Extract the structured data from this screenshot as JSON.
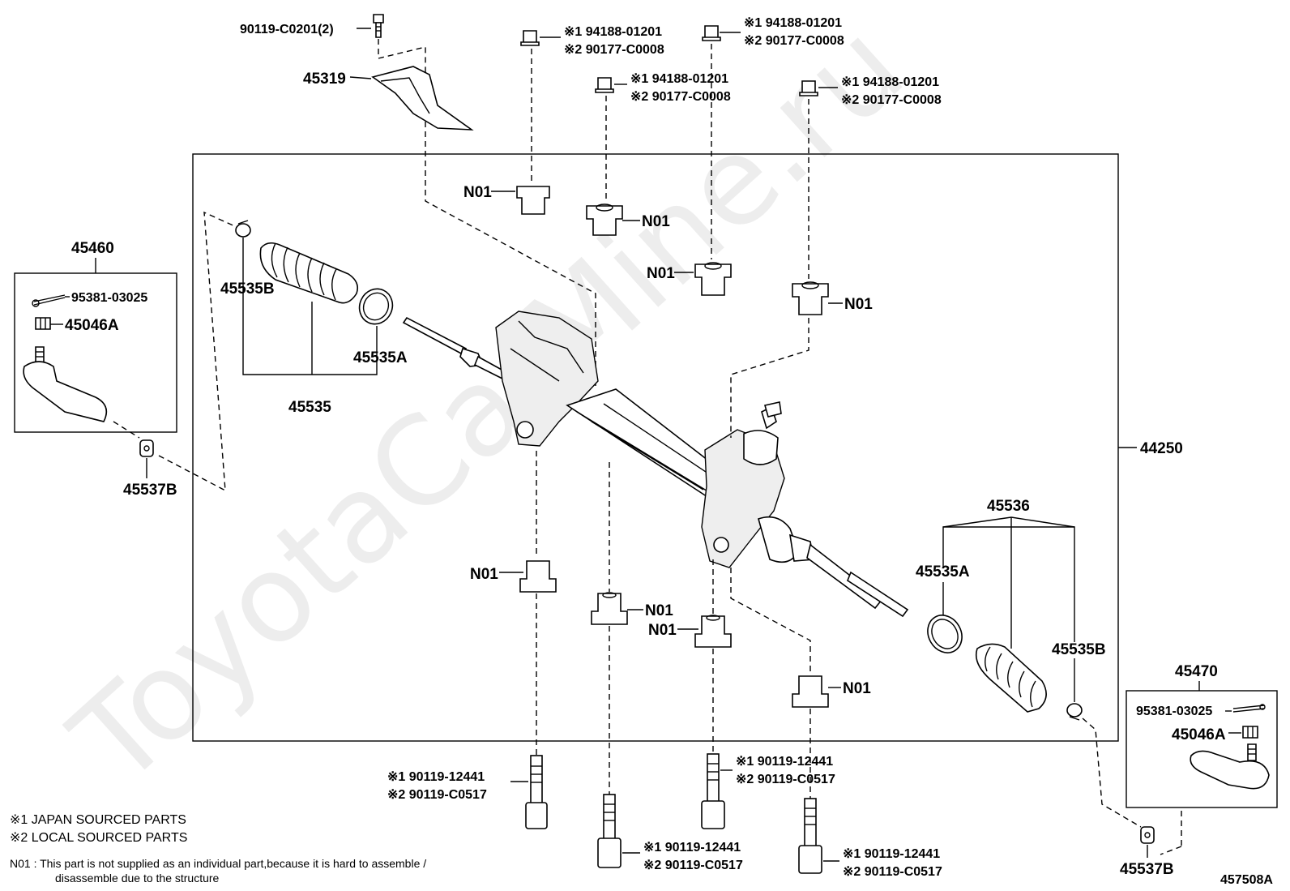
{
  "watermark": "ToyotaCarMine.ru",
  "diagram_id": "457508A",
  "legend": {
    "japan": "※1 JAPAN SOURCED PARTS",
    "local": "※2 LOCAL SOURCED PARTS",
    "n01_line1": "N01 : This part is not supplied as an individual part,because it is hard to assemble /",
    "n01_line2": "disassemble due to the structure"
  },
  "parts": {
    "p90119_c0201": "90119-C0201(2)",
    "p45319": "45319",
    "p45460": "45460",
    "p95381_left": "95381-03025",
    "p45046a_left": "45046A",
    "p45537b_left": "45537B",
    "p45535b_left": "45535B",
    "p45535a_left": "45535A",
    "p45535": "45535",
    "p44250": "44250",
    "p45536": "45536",
    "p45535a_right": "45535A",
    "p45535b_right": "45535B",
    "p45470": "45470",
    "p95381_right": "95381-03025",
    "p45046a_right": "45046A",
    "p45537b_right": "45537B",
    "n01": "N01"
  },
  "callouts": {
    "nut1_a": "※1 94188-01201",
    "nut1_b": "※2 90177-C0008",
    "nut2_a": "※1 94188-01201",
    "nut2_b": "※2 90177-C0008",
    "nut3_a": "※1 94188-01201",
    "nut3_b": "※2 90177-C0008",
    "nut4_a": "※1 94188-01201",
    "nut4_b": "※2 90177-C0008",
    "bolt1_a": "※1 90119-12441",
    "bolt1_b": "※2 90119-C0517",
    "bolt2_a": "※1 90119-12441",
    "bolt2_b": "※2 90119-C0517",
    "bolt3_a": "※1 90119-12441",
    "bolt3_b": "※2 90119-C0517",
    "bolt4_a": "※1 90119-12441",
    "bolt4_b": "※2 90119-C0517"
  }
}
